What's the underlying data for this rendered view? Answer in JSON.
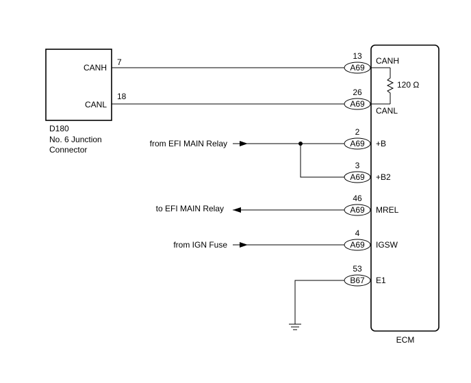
{
  "junction": {
    "id": "D180",
    "name_line1": "No. 6 Junction",
    "name_line2": "Connector",
    "pin_canh_label": "CANH",
    "pin_canh_no": "7",
    "pin_canl_label": "CANL",
    "pin_canl_no": "18"
  },
  "ecm": {
    "label": "ECM",
    "resistor_label": "120 Ω",
    "pins": [
      {
        "pin": "13",
        "connector": "A69",
        "label": "CANH"
      },
      {
        "pin": "26",
        "connector": "A69",
        "label": "CANL"
      },
      {
        "pin": "2",
        "connector": "A69",
        "label": "+B"
      },
      {
        "pin": "3",
        "connector": "A69",
        "label": "+B2"
      },
      {
        "pin": "46",
        "connector": "A69",
        "label": "MREL"
      },
      {
        "pin": "4",
        "connector": "A69",
        "label": "IGSW"
      },
      {
        "pin": "53",
        "connector": "B67",
        "label": "E1"
      }
    ]
  },
  "external": {
    "from_efi_main_relay": "from EFI MAIN Relay",
    "to_efi_main_relay": "to EFI MAIN Relay",
    "from_ign_fuse": "from IGN Fuse"
  }
}
